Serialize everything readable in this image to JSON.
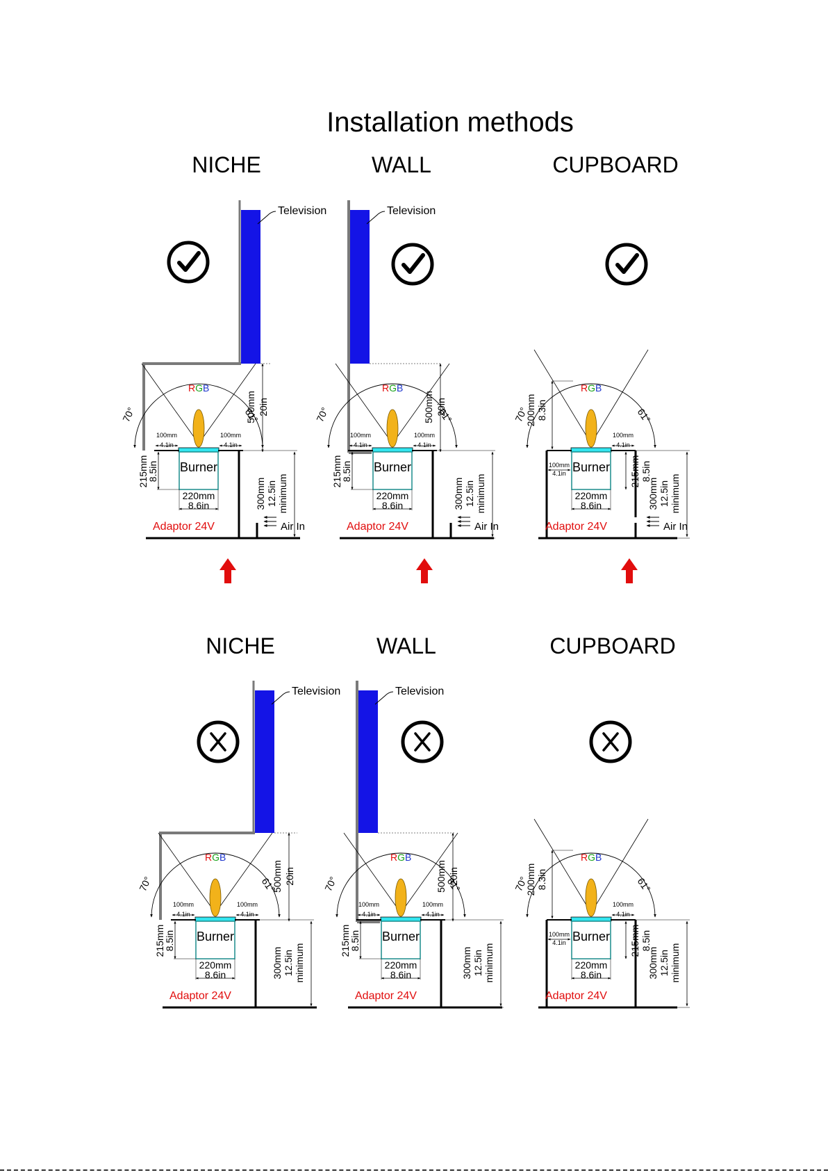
{
  "page_title": "Installation methods",
  "rows": [
    {
      "status": "allowed",
      "status_icon": "checkmark-circle-icon",
      "panels": [
        {
          "label": "NICHE",
          "type": "niche",
          "tv": "Television",
          "adaptor": "Adaptor 24V",
          "air": "Air In",
          "arrow": "red-up-arrow-icon"
        },
        {
          "label": "WALL",
          "type": "wall",
          "tv": "Television",
          "adaptor": "Adaptor 24V",
          "air": "Air In",
          "arrow": "red-up-arrow-icon"
        },
        {
          "label": "CUPBOARD",
          "type": "cupboard",
          "tv": "",
          "adaptor": "Adaptor 24V",
          "air": "Air In",
          "arrow": "red-up-arrow-icon"
        }
      ]
    },
    {
      "status": "not-allowed",
      "status_icon": "x-circle-icon",
      "panels": [
        {
          "label": "NICHE",
          "type": "niche",
          "tv": "Television",
          "adaptor": "Adaptor 24V",
          "air": "",
          "arrow": ""
        },
        {
          "label": "WALL",
          "type": "wall",
          "tv": "Television",
          "adaptor": "Adaptor 24V",
          "air": "",
          "arrow": ""
        },
        {
          "label": "CUPBOARD",
          "type": "cupboard",
          "tv": "",
          "adaptor": "Adaptor 24V",
          "air": "",
          "arrow": ""
        }
      ]
    }
  ],
  "labels": {
    "burner": "Burner",
    "rgb": [
      "R",
      "G",
      "B"
    ],
    "angle_left": "70°",
    "angle_right": "61°",
    "clear_mm": "100mm",
    "clear_in": "4.1in",
    "width_mm": "220mm",
    "width_in": "8.6in",
    "depth_mm": "215mm",
    "depth_in": "8.5in",
    "above_mm": "500mm",
    "above_in": "20in",
    "cup_above_mm": "200mm",
    "cup_above_in": "8.3in",
    "below_mm": "300mm",
    "below_in": "12.5in",
    "below_min": "minimum"
  },
  "colors": {
    "tv": "#1414e6",
    "burner_top": "#33e6f0",
    "flame": "#f2b21a",
    "red": "#e10d0d",
    "green": "#1aa31a",
    "blue": "#1a33cc",
    "wall": "#7a7a7a",
    "ink": "#000000"
  }
}
